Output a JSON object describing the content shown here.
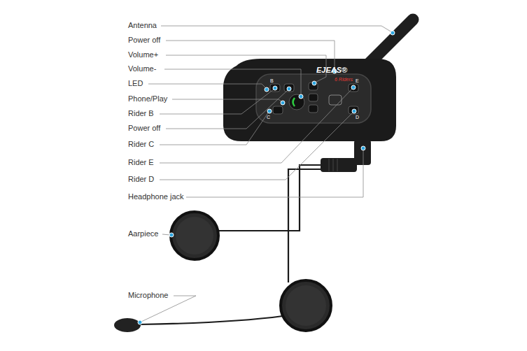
{
  "diagram": {
    "labels": [
      "Antenna",
      "Power off",
      "Volume+",
      "Volume-",
      "LED",
      "Phone/Play",
      "Rider B",
      "Power off",
      "Rider C",
      "Rider E",
      "Rider D",
      "Headphone jack",
      "Aarpiece",
      "Microphone",
      "EJEAS®",
      "6 Riders",
      "B",
      "C",
      "D",
      "E"
    ]
  }
}
